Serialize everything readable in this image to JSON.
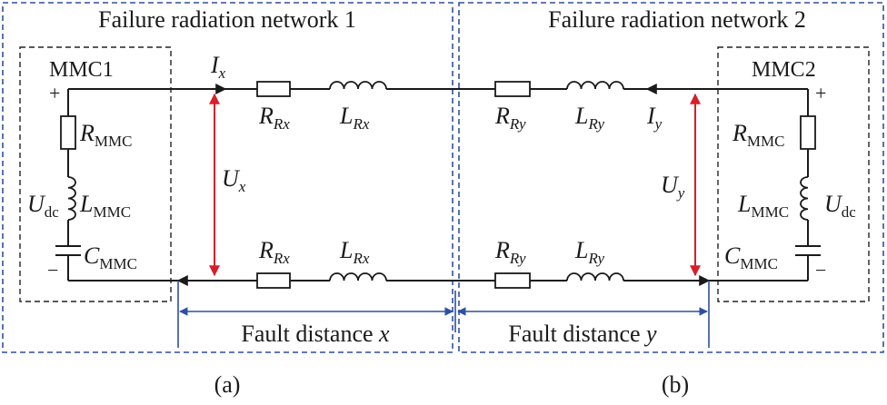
{
  "network_1": {
    "title": "Failure radiation network 1",
    "caption": "(a)",
    "distance_label": "Fault distance ",
    "distance_var": "x"
  },
  "network_2": {
    "title": "Failure radiation network 2",
    "caption": "(b)",
    "distance_label": "Fault distance ",
    "distance_var": "y"
  },
  "mmc1": {
    "label": "MMC1",
    "plus": "+",
    "minus": "−",
    "R": {
      "main": "R",
      "sub": "MMC"
    },
    "L": {
      "main": "L",
      "sub": "MMC"
    },
    "C": {
      "main": "C",
      "sub": "MMC"
    },
    "U": {
      "main": "U",
      "sub": "dc"
    }
  },
  "mmc2": {
    "label": "MMC2",
    "plus": "+",
    "minus": "−",
    "R": {
      "main": "R",
      "sub": "MMC"
    },
    "L": {
      "main": "L",
      "sub": "MMC"
    },
    "C": {
      "main": "C",
      "sub": "MMC"
    },
    "U": {
      "main": "U",
      "sub": "dc"
    }
  },
  "line_x": {
    "R": {
      "main": "R",
      "sub": "Rx"
    },
    "L": {
      "main": "L",
      "sub": "Rx"
    },
    "I": {
      "main": "I",
      "sub": "x"
    },
    "U": {
      "main": "U",
      "sub": "x"
    }
  },
  "line_y": {
    "R": {
      "main": "R",
      "sub": "Ry"
    },
    "L": {
      "main": "L",
      "sub": "Ry"
    },
    "I": {
      "main": "I",
      "sub": "y"
    },
    "U": {
      "main": "U",
      "sub": "y"
    }
  },
  "colors": {
    "frame": "#2f4fa0",
    "voltage_arrow": "#d81e2a",
    "wire": "#1a1a1a",
    "dashed_box": "#222222"
  }
}
